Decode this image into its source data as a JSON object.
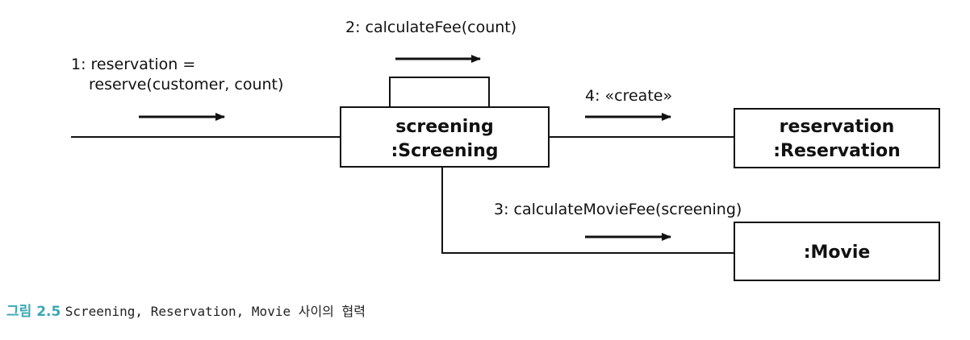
{
  "colors": {
    "line": "#111111",
    "caption_accent": "#3aa7b4"
  },
  "objects": {
    "screening": {
      "line1": "screening",
      "line2": ":Screening"
    },
    "reservation": {
      "line1": "reservation",
      "line2": ":Reservation"
    },
    "movie": {
      "line1": ":Movie"
    }
  },
  "messages": {
    "m1": {
      "line1": "1: reservation =",
      "line2": "reserve(customer, count)"
    },
    "m2": "2: calculateFee(count)",
    "m3": "3: calculateMovieFee(screening)",
    "m4": "4: «create»"
  },
  "caption": {
    "label": "그림 2.5",
    "text": "Screening, Reservation, Movie 사이의 협력"
  }
}
